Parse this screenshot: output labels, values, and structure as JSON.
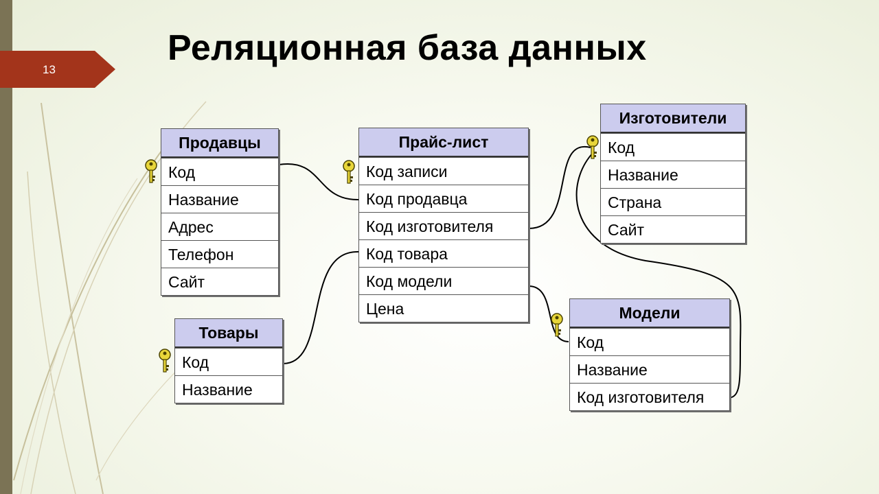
{
  "slide": {
    "number": "13",
    "title": "Реляционная база данных"
  },
  "tables": {
    "sellers": {
      "name": "Продавцы",
      "fields": [
        "Код",
        "Название",
        "Адрес",
        "Телефон",
        "Сайт"
      ]
    },
    "pricelist": {
      "name": "Прайс-лист",
      "fields": [
        "Код записи",
        "Код продавца",
        "Код изготовителя",
        "Код товара",
        "Код модели",
        "Цена"
      ]
    },
    "manufacturers": {
      "name": "Изготовители",
      "fields": [
        "Код",
        "Название",
        "Страна",
        "Сайт"
      ]
    },
    "goods": {
      "name": "Товары",
      "fields": [
        "Код",
        "Название"
      ]
    },
    "models": {
      "name": "Модели",
      "fields": [
        "Код",
        "Название",
        "Код изготовителя"
      ]
    }
  },
  "link_end_mark": "9",
  "icons": {
    "primary_key": "key-icon"
  },
  "colors": {
    "header_bg": "#ccccee",
    "slide_number_bg": "#a3341b",
    "left_bar": "#7b7355"
  }
}
